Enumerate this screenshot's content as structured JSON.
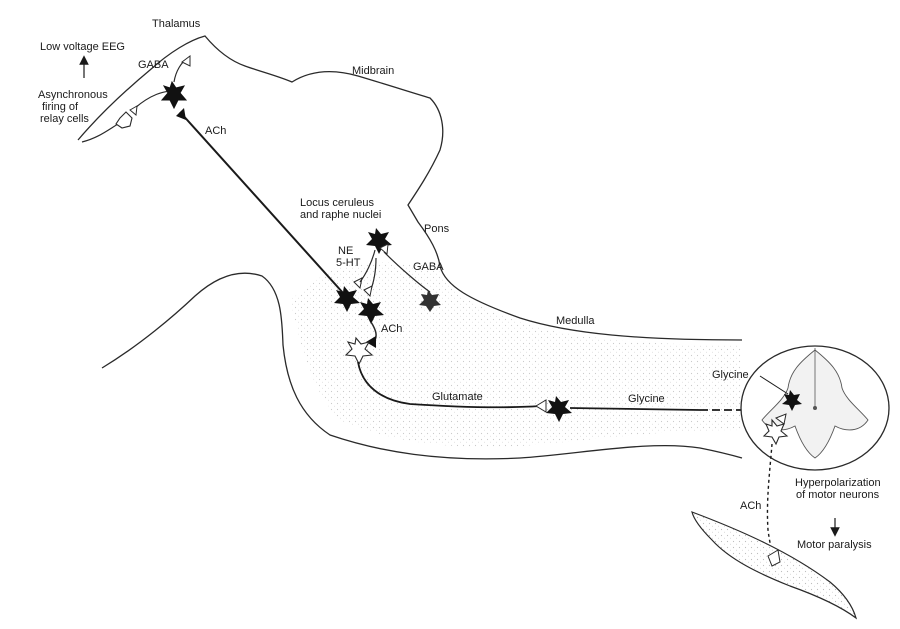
{
  "labels": {
    "thalamus": "Thalamus",
    "low_voltage_eeg": "Low voltage EEG",
    "gaba_thalamus": "GABA",
    "async_1": "Asynchronous",
    "async_2": "firing of",
    "async_3": "relay cells",
    "ach_thalamic": "ACh",
    "midbrain": "Midbrain",
    "locus_1": "Locus ceruleus",
    "locus_2": "and raphe nuclei",
    "pons": "Pons",
    "ne": "NE",
    "five_ht": "5-HT",
    "gaba_pons": "GABA",
    "ach_pons": "ACh",
    "medulla": "Medulla",
    "glutamate": "Glutamate",
    "glycine_tract": "Glycine",
    "glycine_cord": "Glycine",
    "hyper_1": "Hyperpolarization",
    "hyper_2": "of motor neurons",
    "ach_motor": "ACh",
    "motor_paralysis": "Motor paralysis"
  },
  "colors": {
    "outline": "#2a2a2a",
    "stipple": "#c8c8c8",
    "neuron_fill": "#111111",
    "neuron_open": "#ffffff"
  },
  "icons": [
    "up-arrow-icon",
    "down-arrow-icon",
    "spinal-cord-section-icon",
    "muscle-fiber-icon"
  ]
}
